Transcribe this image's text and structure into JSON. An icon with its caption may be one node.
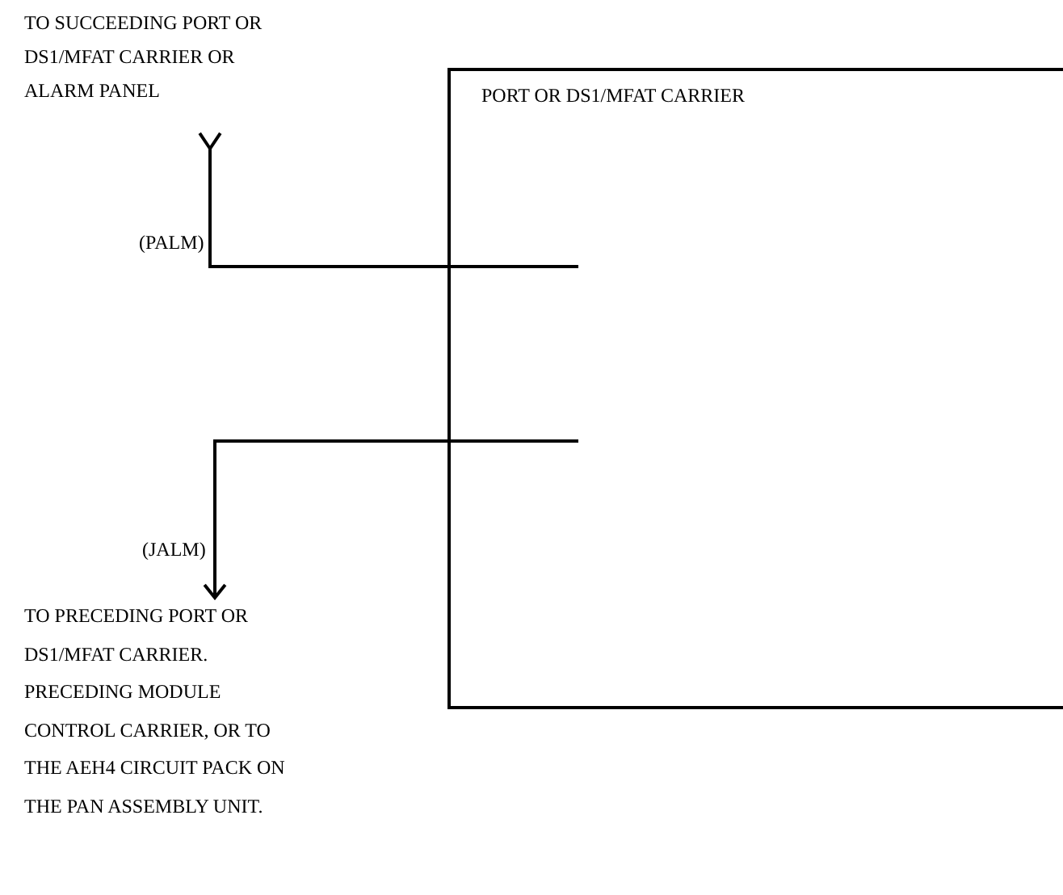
{
  "diagram": {
    "nodes": [
      {
        "text": [
          "PORT OR DS1/MFAT CARRIER"
        ]
      },
      {
        "text": [
          "TO SUCCEEDING PORT OR DS1/MFAT CARRIER OR ALARM PANEL"
        ]
      },
      {
        "text": [
          "TO PRECEDING PORT OR DS1/MFAT CARRIER. PRECEDING MODULE CONTROL CARRIER, OR TO THE AEH4 CIRCUIT PACK ON THE PAN ASSEMBLY UNIT."
        ]
      }
    ],
    "edges": [
      {
        "from": 0,
        "to": 1,
        "arrow": "other",
        "label": "(PALM)"
      },
      {
        "from": 0,
        "to": 2,
        "arrow": "to",
        "label": "(JALM)"
      }
    ]
  }
}
